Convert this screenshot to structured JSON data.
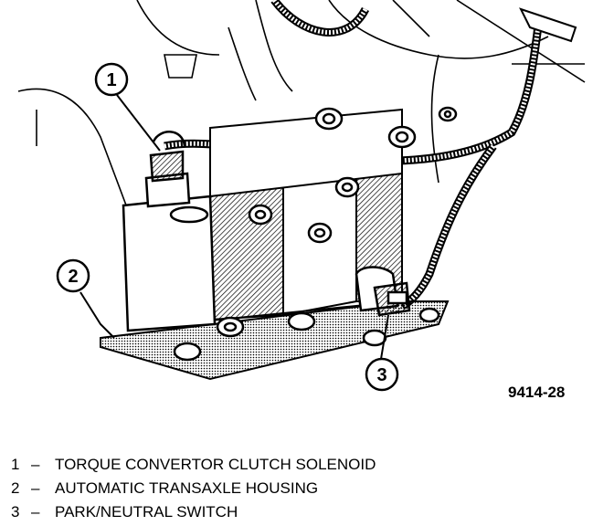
{
  "figure": {
    "code": "9414-28",
    "callouts": [
      {
        "number": "1"
      },
      {
        "number": "2"
      },
      {
        "number": "3"
      }
    ]
  },
  "legend": [
    {
      "number": "1",
      "separator": "–",
      "label": "TORQUE CONVERTOR CLUTCH SOLENOID"
    },
    {
      "number": "2",
      "separator": "–",
      "label": "AUTOMATIC TRANSAXLE HOUSING"
    },
    {
      "number": "3",
      "separator": "–",
      "label": "PARK/NEUTRAL SWITCH"
    }
  ]
}
